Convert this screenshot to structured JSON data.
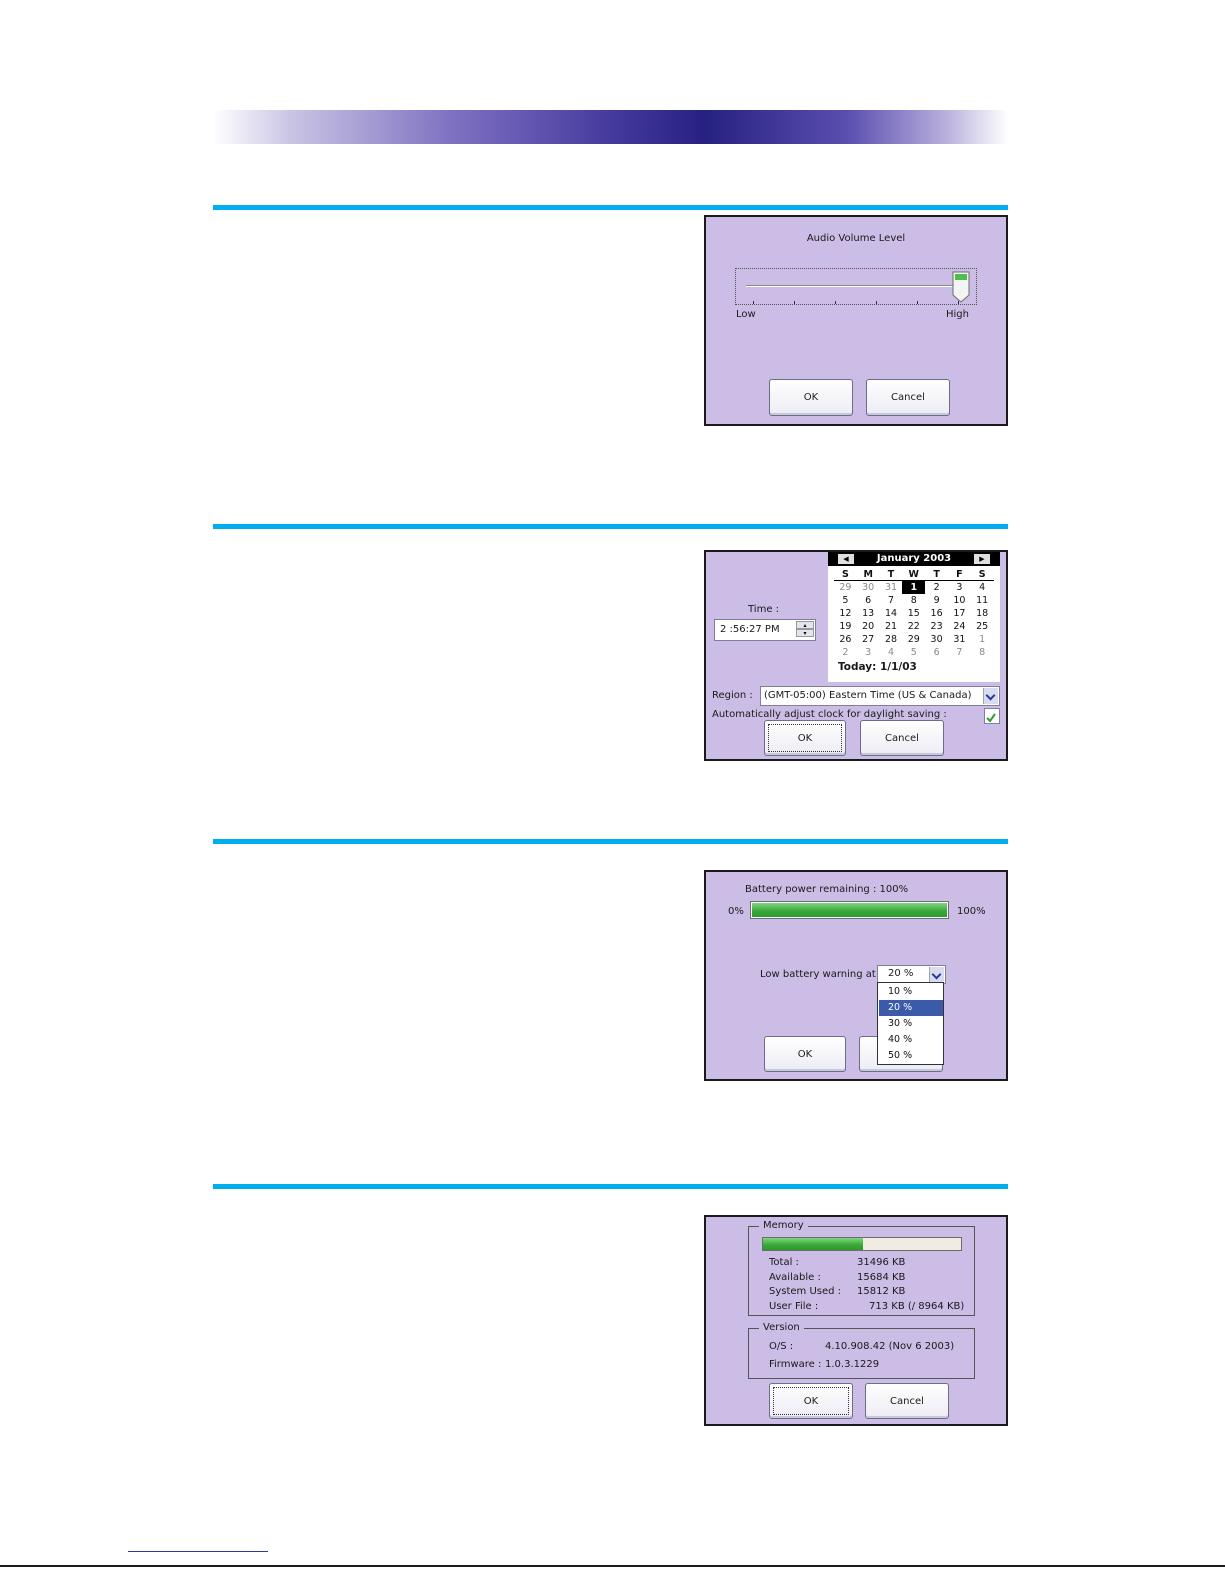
{
  "volume_dialog": {
    "title": "Audio Volume Level",
    "level_fraction": 0.97,
    "low_label": "Low",
    "high_label": "High",
    "ok_label": "OK",
    "cancel_label": "Cancel"
  },
  "datetime_dialog": {
    "month_title": "January 2003",
    "weekdays": [
      "S",
      "M",
      "T",
      "W",
      "T",
      "F",
      "S"
    ],
    "weeks": [
      [
        "29",
        "30",
        "31",
        "1",
        "2",
        "3",
        "4"
      ],
      [
        "5",
        "6",
        "7",
        "8",
        "9",
        "10",
        "11"
      ],
      [
        "12",
        "13",
        "14",
        "15",
        "16",
        "17",
        "18"
      ],
      [
        "19",
        "20",
        "21",
        "22",
        "23",
        "24",
        "25"
      ],
      [
        "26",
        "27",
        "28",
        "29",
        "30",
        "31",
        "1"
      ],
      [
        "2",
        "3",
        "4",
        "5",
        "6",
        "7",
        "8"
      ]
    ],
    "today_label": "Today: 1/1/03",
    "time_label": "Time :",
    "time_value": "2 :56:27 PM",
    "region_label": "Region :",
    "region_value": "(GMT-05:00) Eastern Time (US & Canada)",
    "dst_label": "Automatically adjust clock for daylight saving :",
    "dst_checked": true,
    "ok_label": "OK",
    "cancel_label": "Cancel"
  },
  "battery_dialog": {
    "remaining_label": "Battery power remaining :  100%",
    "min_label": "0%",
    "max_label": "100%",
    "level_fraction": 1.0,
    "warning_label": "Low battery warning at",
    "warning_value": "20 %",
    "options": [
      "10 %",
      "20 %",
      "30 %",
      "40 %",
      "50 %"
    ],
    "selected_index": 1,
    "ok_label": "OK"
  },
  "info_dialog": {
    "memory_legend": "Memory",
    "memory_used_fraction": 0.5,
    "rows": [
      {
        "label": "Total :",
        "value": "31496 KB"
      },
      {
        "label": "Available :",
        "value": "15684 KB"
      },
      {
        "label": "System Used :",
        "value": "15812 KB"
      },
      {
        "label": "User File :",
        "value": "713 KB  (/ 8964 KB)"
      }
    ],
    "version_legend": "Version",
    "os_label": "O/S :",
    "os_value": "4.10.908.42  (Nov  6 2003)",
    "firmware_label": "Firmware :",
    "firmware_value": "1.0.3.1229",
    "ok_label": "OK",
    "cancel_label": "Cancel"
  },
  "colors": {
    "panel_bg": "#cbbde6",
    "rule": "#00aeef",
    "progress": "#3fb63f"
  }
}
